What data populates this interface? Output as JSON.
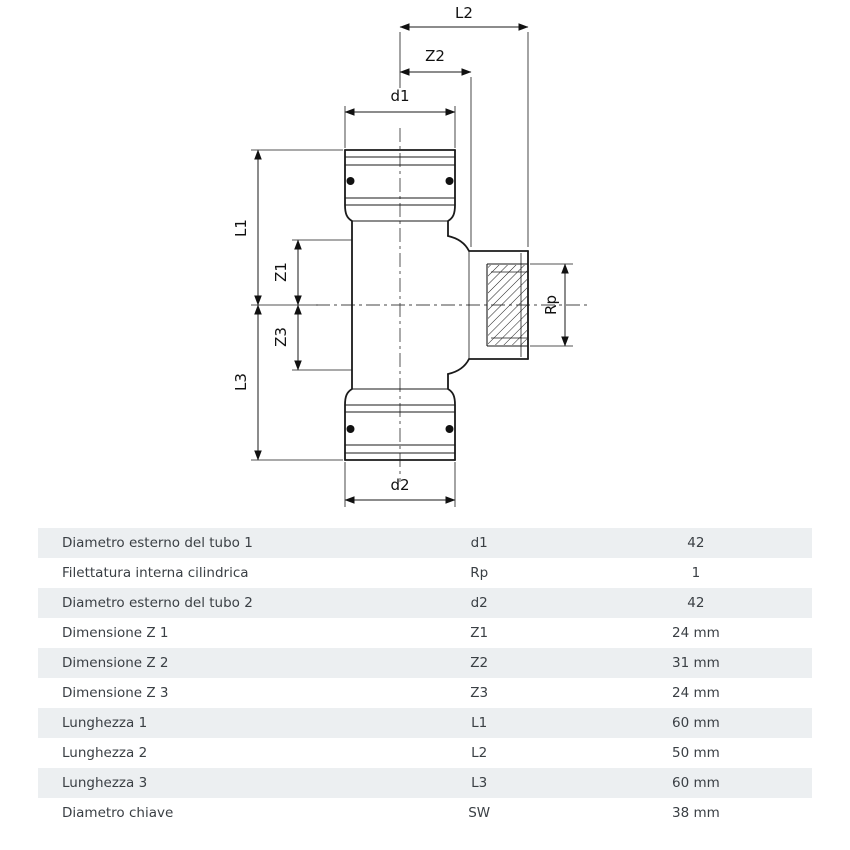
{
  "drawing": {
    "description": "Technical drawing of a press-fit tee fitting with female threaded branch",
    "labels": {
      "l1": "L1",
      "l2": "L2",
      "l3": "L3",
      "z1": "Z1",
      "z2": "Z2",
      "z3": "Z3",
      "d1": "d1",
      "d2": "d2",
      "rp": "Rp"
    }
  },
  "table": {
    "row_colors": {
      "odd": "#eceff1",
      "even": "#ffffff"
    },
    "rows": [
      {
        "label": "Diametro esterno del tubo 1",
        "symbol": "d1",
        "value": "42"
      },
      {
        "label": "Filettatura interna cilindrica",
        "symbol": "Rp",
        "value": "1"
      },
      {
        "label": "Diametro esterno del tubo 2",
        "symbol": "d2",
        "value": "42"
      },
      {
        "label": "Dimensione Z 1",
        "symbol": "Z1",
        "value": "24 mm"
      },
      {
        "label": "Dimensione Z 2",
        "symbol": "Z2",
        "value": "31 mm"
      },
      {
        "label": "Dimensione Z 3",
        "symbol": "Z3",
        "value": "24 mm"
      },
      {
        "label": "Lunghezza 1",
        "symbol": "L1",
        "value": "60 mm"
      },
      {
        "label": "Lunghezza 2",
        "symbol": "L2",
        "value": "50 mm"
      },
      {
        "label": "Lunghezza 3",
        "symbol": "L3",
        "value": "60 mm"
      },
      {
        "label": "Diametro chiave",
        "symbol": "SW",
        "value": "38 mm"
      }
    ]
  }
}
